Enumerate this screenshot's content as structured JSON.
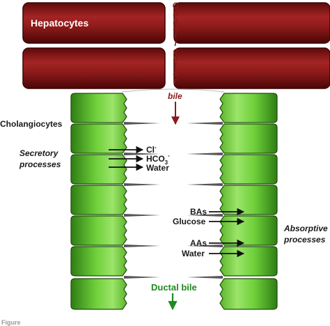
{
  "labels": {
    "hepatocytes": "Hepatocytes",
    "canalicular": "Canalicular",
    "bile": "bile",
    "cholangiocytes": "Cholangiocytes",
    "secretory_line1": "Secretory",
    "secretory_line2": "processes",
    "absorptive_line1": "Absorptive",
    "absorptive_line2": "processes",
    "ductal_bile": "Ductal bile",
    "figure_caption_stub": "Figure"
  },
  "secreted_ions": [
    {
      "label": "Cl",
      "sup": "-"
    },
    {
      "label": "HCO",
      "sub": "3",
      "sup": "-"
    },
    {
      "label": "Water"
    }
  ],
  "absorbed_substances": [
    {
      "label": "BAs"
    },
    {
      "label": "Glucose"
    },
    {
      "label": "AAs"
    },
    {
      "label": "Water"
    }
  ],
  "colors": {
    "hepatocyte": "#8b1a1a",
    "cholangiocyte": "#5cbf2a",
    "canalicular_text": "#8b1a1a",
    "ductal_bile_text": "#1f8a1f",
    "arrow": "#111111"
  }
}
